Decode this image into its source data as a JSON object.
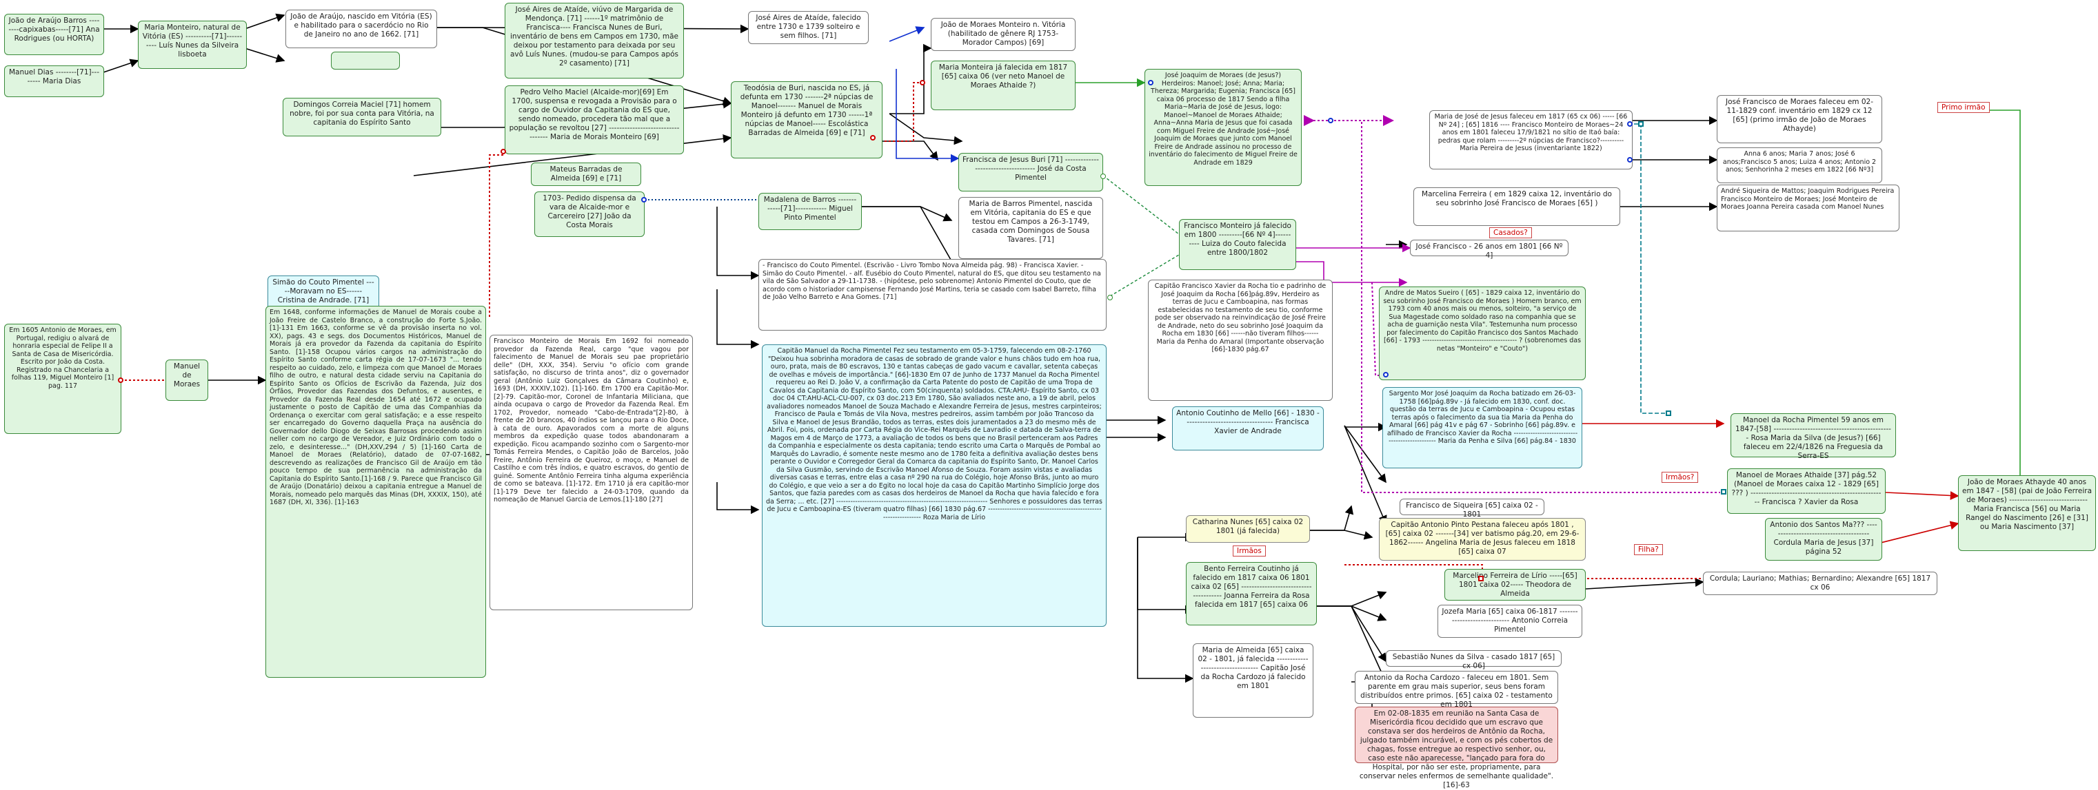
{
  "colors": {
    "green_fill": "#dff5df",
    "cyan_fill": "#dffafd",
    "yellow_fill": "#fbfbd6",
    "red_fill": "#f9d6d6",
    "edge_black": "#000000",
    "edge_red": "#cc0000",
    "edge_green": "#2aa02a",
    "edge_blue": "#1030d0",
    "edge_magenta": "#b000b0",
    "edge_teal": "#007a8a"
  },
  "nodes": {
    "n_araujo_barros": "João de Araújo Barros --------capixabas-----[71] Ana Rodrigues (ou HORTA)",
    "n_manuel_dias": "Manuel Dias --------[71]-------- Maria Dias",
    "n_maria_monteiro_vitoria": "Maria Monteiro, natural de Vitória (ES) ----------[71]---------- Luís Nunes da Silveira lisboeta",
    "n_joao_araujo": "João de Araújo, nascido em Vitória (ES) e habilitado para o sacerdócio no Rio de Janeiro no ano de 1662. [71]",
    "n_empty_green": "",
    "n_jose_aires_ataide": "José Aires de Ataíde, viúvo de Margarida de Mendonça. [71] ------1º matrimônio de Francisca---- Francisca Nunes de Buri, inventário de bens em Campos em 1730, mãe deixou por testamento para deixada por seu avô Luís Nunes. (mudou-se para Campos após 2º casamento) [71]",
    "n_jose_aires_single": "José Aires de Ataíde, falecido entre 1730 e 1739 solteiro e sem filhos. [71]",
    "n_jose_moraes_monteiro": "João de Moraes Monteiro n. Vitória (habilitado de gênere RJ 1753-Morador Campos) [69]",
    "n_domingos_maciel": "Domingos Correia Maciel [71] homem nobre, foi por sua conta para Vitória, na capitania do Espírito Santo",
    "n_pedro_velho_maciel": "Pedro Velho Maciel (Alcaide-mor)[69] Em 1700, suspensa e revogada a Provisão para o cargo de Ouvidor da Capitania do ES que, sendo nomeado, procedera tão mal que a população se revoltou [27] ---------------------------------- Maria de Morais Monteiro [69]",
    "n_teodosia_buri": "Teodósia de Buri, nascida no ES, já defunta em 1730 -------2ª núpcias de Manoel------- Manuel de Morais Monteiro já defunto em 1730 ------1ª núpcias de Manoel----- Escolástica Barradas de Almeida [69] e [71]",
    "n_maria_monteira": "Maria Monteira já falecida em 1817 [65] caixa 06 (ver neto Manoel de Moraes Athaide ?)",
    "n_jose_moraes_jesus": "José Joaquim de Moraes (de Jesus?) Herdeiros: Manoel; José; Anna; Maria; Thereza; Margarida; Eugenia; Francisca [65] caixa 06 processo de 1817 Sendo a filha Maria~Maria de José de Jesus, logo: Manoel~Manoel de Moraes Athaide; Anna~Anna Maria de Jesus que foi casada com Miguel Freire de Andrade José~José Joaquim de Moraes que junto com Manoel Freire de Andrade assinou no processo de inventário do falecimento de Miguel Freire de Andrade em 1829",
    "n_mateus_barradas": "Mateus Barradas de Almeida [69] e [71]",
    "n_francisca_buri": "Francisca de Jesus Buri [71] ------------------------------------ José da Costa Pimentel",
    "n_maria_jesus_1817": "Maria de José de Jesus faleceu em 1817 (65 cx 06) ----- [66 Nº 24] ; [65] 1816 ---- Francisco Monteiro de Moraes~24 anos em 1801 faleceu 17/9/1821 no sítio de Itaó baía: pedras que rolam ---------2º núpcias de Francisco?---------- Maria Pereira de Jesus (inventariante 1822)",
    "n_jose_francisco_moraes": "José Francisco de Moraes faleceu em 02-11-1829 conf. inventário em 1829 cx 12 [65] (primo irmão de João de Moraes Athayde)",
    "n_primo_irmao": "Primo irmão",
    "n_anna_6": "Anna 6 anos; Maria 7 anos; José 6 anos;Francisco 5 anos; Luiza 4 anos; Antonio 2 anos; Senhorinha 2 meses em 1822 [66 Nº3]",
    "n_andre_siqueira": "André Siqueira de Mattos; Joaquim Rodrigues Pereira Francisco Monteiro de Moraes; José Monteiro de Moraes Joanna Pereira casada com Manoel Nunes",
    "n_1703_pedido": "1703- Pedido dispensa da vara de Alcaide-mor e Carcereiro [27] João da Costa Morais",
    "n_madalena_barros": "Madalena de Barros ------------[71]------------ Miguel Pinto Pimentel",
    "n_maria_barros_pimentel": "Maria de Barros Pimentel, nascida em Vitória, capitania do ES e que testou em Campos a 26-3-1749, casada com Domingos de Sousa Tavares. [71]",
    "n_francisco_moraes_1800": "Francisco Monteiro já falecido em 1800 ---------[66 Nº 4]---------- Luiza do Couto falecida entre 1800/1802",
    "n_marcelina_ferreira": "Marcelina Ferreira ( em 1829 caixa 12, inventário do seu sobrinho José Francisco de Moraes [65] )",
    "n_casados": "Casados?",
    "n_jose_francisco_26": "José Francisco - 26 anos em 1801 [66 Nº 4]",
    "n_simao_couto": "Simão do Couto Pimentel -----Moravam no ES------ Cristina de Andrade. [71]",
    "n_francisco_couto": "- Francisco do Couto Pimentel. (Escrivão - Livro Tombo Nova Almeida pág. 98) - Francisca Xavier. - Simão do Couto Pimentel. - alf. Eusébio do Couto Pimentel, natural do ES, que ditou seu testamento na vila de São Salvador a 29-11-1738. - (hipótese, pelo sobrenome) Antonio Pimentel do Couto, que de acordo com o historiador campisense Fernando José Martins, teria se casado com Isabel Barreto, filha de João Velho Barreto e Ana Gomes. [71]",
    "n_capitao_xavier_rocha": "Capitão Francisco Xavier da Rocha tio e padrinho de José Joaquim da Rocha [66]pág.89v, Herdeiro as terras de Jucu e Camboapina, nas formas estabelecidas no testamento de seu tio, conforme pode ser observado na reinvindicação de José Freire de Andrade, neto do seu sobrinho José Joaquim da Rocha em 1830 [66] ------não tiveram filhos------ Maria da Penha do Amaral (Importante observação [66]-1830 pág.67",
    "n_andre_matos_sueiro": "Andre de Matos Sueiro ( [65] - 1829 caixa 12, inventário do seu sobrinho José Francisco de Moraes ) Homem branco, em 1793 com 40 anos mais ou menos, solteiro, \"a serviço de Sua Magestade como soldado raso na companhia que se acha de guarnição nesta Vila\". Testemunha num processo por falecimento do Capitão Francisco dos Santos Machado [66] - 1793 ---------------------------------------- ? (sobrenomes das netas \"Monteiro\" e \"Couto\")",
    "n_antonio_moraes_1605": "Em 1605 Antonio de Moraes, em Portugal, redigiu o alvará de honraria especial de Felipe II a Santa de Casa de Misericórdia. Escrito por João da Costa. Registrado na Chancelaria a folhas 119, Miguel Monteiro [1] pag. 117",
    "n_manuel_moraes": "Manuel de Moraes",
    "n_em_1648": "Em 1648, conforme informações de Manuel de Morais coube a João Freire de Castelo Branco, a construção do Forte S.João.[1]-131 Em 1663, conforme se vê da provisão inserta no vol. XX), pags. 43 e segs. dos Documentos Históricos, Manuel de Morais já era provedor da Fazenda da capitania do Espírito Santo. [1]-158 Ocupou vários cargos na administração do Espírito Santo conforme carta régia de 17-07-1673 \"... tendo respeito ao cuidado, zelo, e limpeza com que Manoel de Moraes filho de outro, e natural desta cidade serviu na Capitania do Espírito Santo os Ofícios de Escrivão da Fazenda, Juiz dos Órfãos, Provedor das Fazendas dos Defuntos, e ausentes, e Provedor da Fazenda Real desde 1654 até 1672 e ocupado justamente o posto de Capitão de uma das Companhias da Ordenança o exercitar com geral satisfação; e a esse respeito ser encarregado do Governo daquella Praça na ausência do Governador dello Diogo de Seixas Barrosas procedendo assim neller com no cargo de Vereador, e Juiz Ordinário com todo o zelo, e desinteresse...\" (DH,XXV,294 / 5) [1]-160 Carta de Manoel de Moraes (Relatório), datado de 07-07-1682, descrevendo as realizações de Francisco Gil de Araújo em tão pouco tempo de sua permanência na administração da Capitania do Espírito Santo.[1]-168 / 9. Parece que Francisco Gil de Araújo (Donatário) deixou a capitania entregue a Manuel de Morais, nomeado pelo marquês das Minas (DH, XXXIX, 150), até 1687 (DH, XI, 336). [1]-163",
    "n_francisco_monteiro_morais": "Francisco Monteiro de Morais Em 1692 foi nomeado provedor da Fazenda Real, cargo \"que vagou por falecimento de Manuel de Morais seu pae proprietário delle\" (DH, XXX, 354). Serviu \"o ofício com grande satisfação, no discurso de trinta anos\", diz o governador geral (Antônio Luiz Gonçalves da Câmara Coutinho) e, 1693 (DH, XXXIV,102). [1]-160. Em 1700 era Capitão-Mor.[2]-79. Capitão-mor, Coronel de Infantaria Miliciana, que ainda ocupava o cargo de Provedor da Fazenda Real. Em 1702, Provedor, nomeado \"Cabo-de-Entrada\"[2]-80, à frente de 20 brancos, 40 índios se lançou para o Rio Doce, à cata de ouro. Apavorados com a morte de alguns membros da expedição quase todos abandonaram a expedição. Ficou acampando sozinho com o Sargento-mor Tomás Ferreira Mendes, o Capitão João de Barcelos, João Freire, Antônio Ferreira de Queiroz, o moço, e Manuel de Castilho e com três índios, e quatro escravos, do gentio de guiné. Somente Antônio Ferreira tinha alguma experiência de como se bateava. [1]-172. Em 1710 já era capitão-mor [1]-179 Deve ter falecido a 24-03-1709, quando da nomeação de Manuel Garcia de Lemos.[1]-180 [27]",
    "n_capitao_manuel_rocha": "Capitão Manuel da Rocha Pimentel Fez seu testamento em 05-3-1759, falecendo em 08-2-1760 \"Deixou hua sobrinha moradora de casas de sobrado de grande valor e huns chãos tudo em hoa rua, ouro, prata, mais de 80 escravos, 130 e tantas cabeças de gado vacum e cavallar, setenta cabeças de ovelhas e móveis de importância.\" [66]-1830 Em 07 de Junho de 1737 Manuel da Rocha Pimentel requereu ao Rei D. João V, a confirmação da Carta Patente do posto de Capitão de uma Tropa de Cavalos da Capitania do Espírito Santo, com 50(cinquenta) soldados. CTA:AHU- Espírito Santo, cx 03 doc 04 CT:AHU-ACL-CU-007, cx 03 doc.213 Em 1780, São avaliados neste ano, a 19 de abril, pelos avaliadores nomeados Manoel de Souza Machado e Alexandre Ferreira de Jesus, mestres carpinteiros; Francisco de Paula e Tomás de Vila Nova, mestres pedreiros, assim também por João Trancoso da Silva e Manoel de Jesus Brandão, todos as terras, estes dois juramentados a 23 do mesmo mês de Abril. Foi, pois, ordenada por Carta Régia do Vice-Rei Marquês de Lavradio e datada de Salva-terra de Magos em 4 de Março de 1773, a avaliação de todos os bens que no Brasil pertenceram aos Padres da Companhia e especialmente os desta capitania; tendo escrito uma Carta o Marquês de Pombal ao Marquês do Lavradio, é somente neste mesmo ano de 1780 feita a definitiva avaliação destes bens perante o Ouvidor e Corregedor Geral da Comarca da capitania do Espírito Santo, Dr. Manoel Carlos da Silva Gusmão, servindo de Escrivão Manoel Afonso de Souza. Foram assim vistas e avaliadas diversas casas e terras, entre elas a casa nº 290 na rua do Colégio, hoje Afonso Brás, junto ao muro do Colégio, e que veio a ser a do Egito no local hoje da casa do Capitão Martinho Simplício Jorge dos Santos, que fazia paredes com as casas dos herdeiros de Manoel da Rocha que havia falecido e fora da Serra; ... etc. [27] ---------------------------------------------------------------- Senhores e possuidores das terras de Jucu e Camboapina-ES (tiveram quatro filhas) [66] 1830 pág.67 ---------------------------------------------------------------- Roza Maria de Lírio",
    "n_antonio_coutinho_mello": "Antonio Coutinho de Mello [66] - 1830 ---------------------------------- Francisca Xavier de Andrade",
    "n_sargento_jose_rocha": "Sargento Mor José Joaquim da Rocha batizado em 26-03-1758 [66]pág.89v - Já falecido em 1830, conf. doc. questão da terras de Jucu e Camboapina - Ocupou estas terras após o falecimento da sua tia Maria da Penha do Amaral [66] pág 41v e pág 67 - Sobrinho [66] pág.89v. e afilhado de Francisco Xavier da Rocha ----------------------------------------------- Maria da Penha e Silva [66] pág.84 - 1830",
    "n_manoel_rocha_pimentel": "Manoel da Rocha Pimentel 59 anos em 1847-[58] ---------------------------------------------- Rosa Maria da Silva (de Jesus?) [66] faleceu em 22/4/1826 na Freguesia da Serra-ES",
    "n_irmaos_1": "Irmãos?",
    "n_manoel_moraes_athaide": "Manoel de Moraes Athaide [37] pág.52 (Manoel de Moraes caixa 12 - 1829 [65] ??? ) ---------------------------------------------------- Francisca ? Xavier da Rosa",
    "n_joao_moraes_athayde": "João de Moraes Athayde 40 anos em 1847 - [58] (pai de João Ferreira de Moraes) ------------------------------ Maria Francisca [56] ou Maria Rangel do Nascimento [26] e [31] ou Maria Nascimento [37]",
    "n_catharina_nunes": "Catharina Nunes [65] caixa 02 1801 (já falecida)",
    "n_irmaos_2": "Irmãos",
    "n_francisco_siqueira": "Francisco de Siqueira [65] caixa 02 - 1801",
    "n_capitao_antonio_pinto": "Capitão Antonio Pinto Pestana faleceu após 1801 , [65] caixa 02 -------[34] ver batismo pág.20, em 29-6-1862------ Angelina Maria de Jesus faleceu em 1818 [65] caixa 07",
    "n_antonio_santos_maria": "Antonio dos Santos Ma??? --------------------------------------- Cordula Maria de Jesus [37] página 52",
    "n_filha": "Filha?",
    "n_bento_ferreira_coutinho": "Bento Ferreira Coutinho já falecido em 1817 caixa 06 1801 caixa 02 [65] -------------------------------------- Joanna Ferreira da Rosa falecida em 1817 [65] caixa 06",
    "n_marcelino_ferreira_lirio": "Marcelino Ferreira de Lírio -----[65] 1801 caixa 02----- Theodora de Almeida",
    "n_cordula_lauriano": "Cordula; Lauriano; Mathias; Bernardino; Alexandre [65] 1817 cx 06",
    "n_maria_almeida": "Maria de Almeida [65] caixa 02 - 1801, já falecida ---------------------------------- Capitão José da Rocha Cardozo já falecido em 1801",
    "n_jozefa_maria": "Jozefa Maria [65] caixa 06-1817 ----------------------------- Antonio Correia Pimentel",
    "n_sebastiao_nunes": "Sebastião Nunes da Silva - casado 1817 [65] cx 06]",
    "n_antonio_rocha_cardozo": "Antonio da Rocha Cardozo - faleceu em 1801. Sem parente em grau mais superior, seus bens foram distribuídos entre primos. [65] caixa 02 - testamento em 1801",
    "n_em_02_08_1835": "Em 02-08-1835 em reunião na Santa Casa de Misericórdia ficou decidido que um escravo que constava ser dos herdeiros de Antônio da Rocha, julgado também incurável, e com os pés cobertos de chagas, fosse entregue ao respectivo senhor, ou, caso este não aparecesse, \"lançado para fora do Hospital, por não ser este, propriamente, para conservar neles enfermos de semelhante qualidade\". [16]-63"
  }
}
